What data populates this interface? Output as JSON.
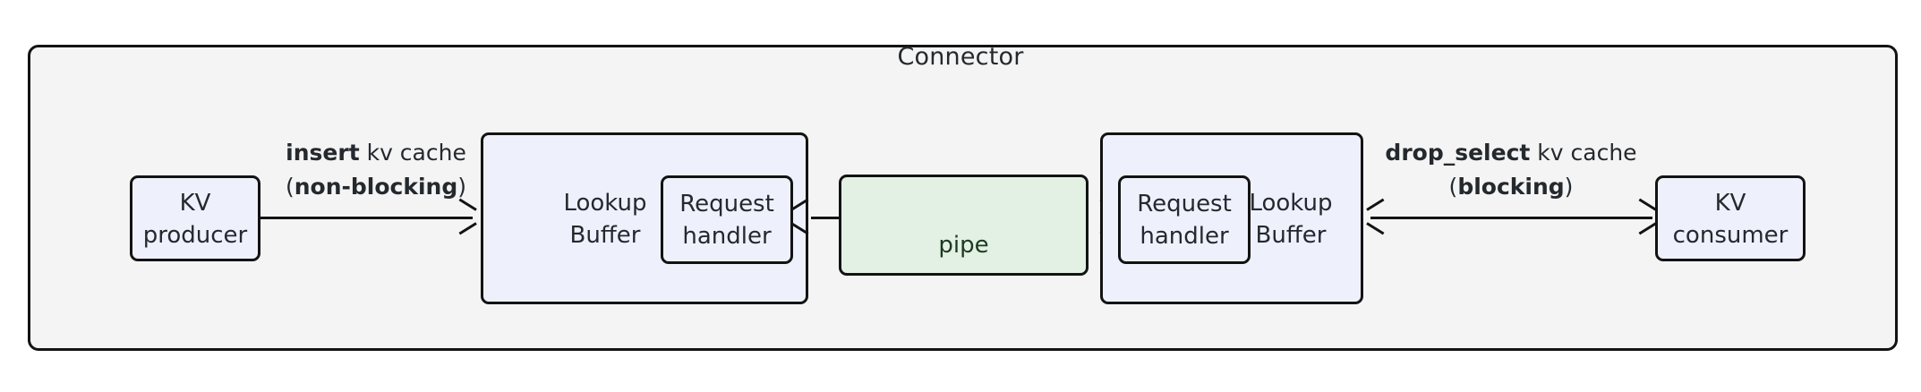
{
  "diagram": {
    "container": {
      "title": "Connector",
      "fill": "#f4f4f4",
      "stroke": "#131313"
    },
    "nodes": {
      "kv_producer": {
        "label": "KV\nproducer",
        "fill": "#eef1fc"
      },
      "kv_consumer": {
        "label": "KV\nconsumer",
        "fill": "#eef1fc"
      },
      "lookup_buffer_left": {
        "label": "Lookup\nBuffer",
        "fill": "#eef1fc"
      },
      "lookup_buffer_right": {
        "label": "Lookup\nBuffer",
        "fill": "#eef1fc"
      },
      "request_handler_left": {
        "label": "Request\nhandler",
        "fill": "#eef1fc"
      },
      "request_handler_right": {
        "label": "Request\nhandler",
        "fill": "#eef1fc"
      },
      "pipe": {
        "label": "pipe",
        "fill": "#e3f0e4"
      }
    },
    "edges": {
      "insert": {
        "line1_bold": "insert",
        "line1_rest": " kv cache",
        "line2_open": "(",
        "line2_bold": "non-blocking",
        "line2_close": ")",
        "direction": "producer-to-buffer"
      },
      "drop_select": {
        "line1_bold": "drop_select",
        "line1_rest": " kv cache",
        "line2_open": "(",
        "line2_bold": "blocking",
        "line2_close": ")",
        "direction": "bidirectional"
      }
    }
  }
}
